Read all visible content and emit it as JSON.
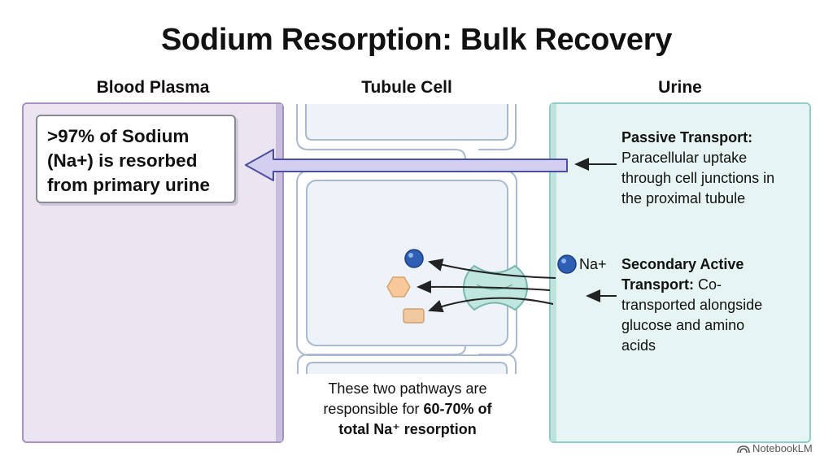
{
  "title": "Sodium Resorption: Bulk Recovery",
  "columns": {
    "blood": "Blood Plasma",
    "cell": "Tubule Cell",
    "urine": "Urine"
  },
  "blood_callout": {
    "line1": ">97% of Sodium",
    "line2": "(Na+) is resorbed",
    "line3": "from primary urine"
  },
  "passive": {
    "heading": "Passive Transport:",
    "line1": "Paracellular uptake",
    "line2": "through cell junctions in",
    "line3": "the proximal tubule"
  },
  "active": {
    "heading_line1": "Secondary Active",
    "heading_line2": "Transport:",
    "line2_rest": " Co-",
    "line3": "transported alongside",
    "line4": "glucose and amino",
    "line5": "acids"
  },
  "na_label": "Na+",
  "bottom_note": {
    "line1": "These two pathways are",
    "line2_prefix": "responsible for ",
    "line2_bold": "60-70% of",
    "line3": "total Na⁺ resorption"
  },
  "brand": "NotebookLM",
  "colors": {
    "blood_fill": "#ebe5f2",
    "blood_border": "#a592c2",
    "urine_fill": "#e6f5f3",
    "urine_border": "#8fcdc6",
    "cell_fill": "#eef3f9",
    "cell_border": "#9fb1cc",
    "arrow_fill": "#d4cff0",
    "arrow_border": "#4a4fa0",
    "sodium_ion": "#2f5fb5",
    "glucose": "#f7c99a",
    "amino_acid": "#f0c9a0",
    "transporter": "#bfe6df"
  }
}
